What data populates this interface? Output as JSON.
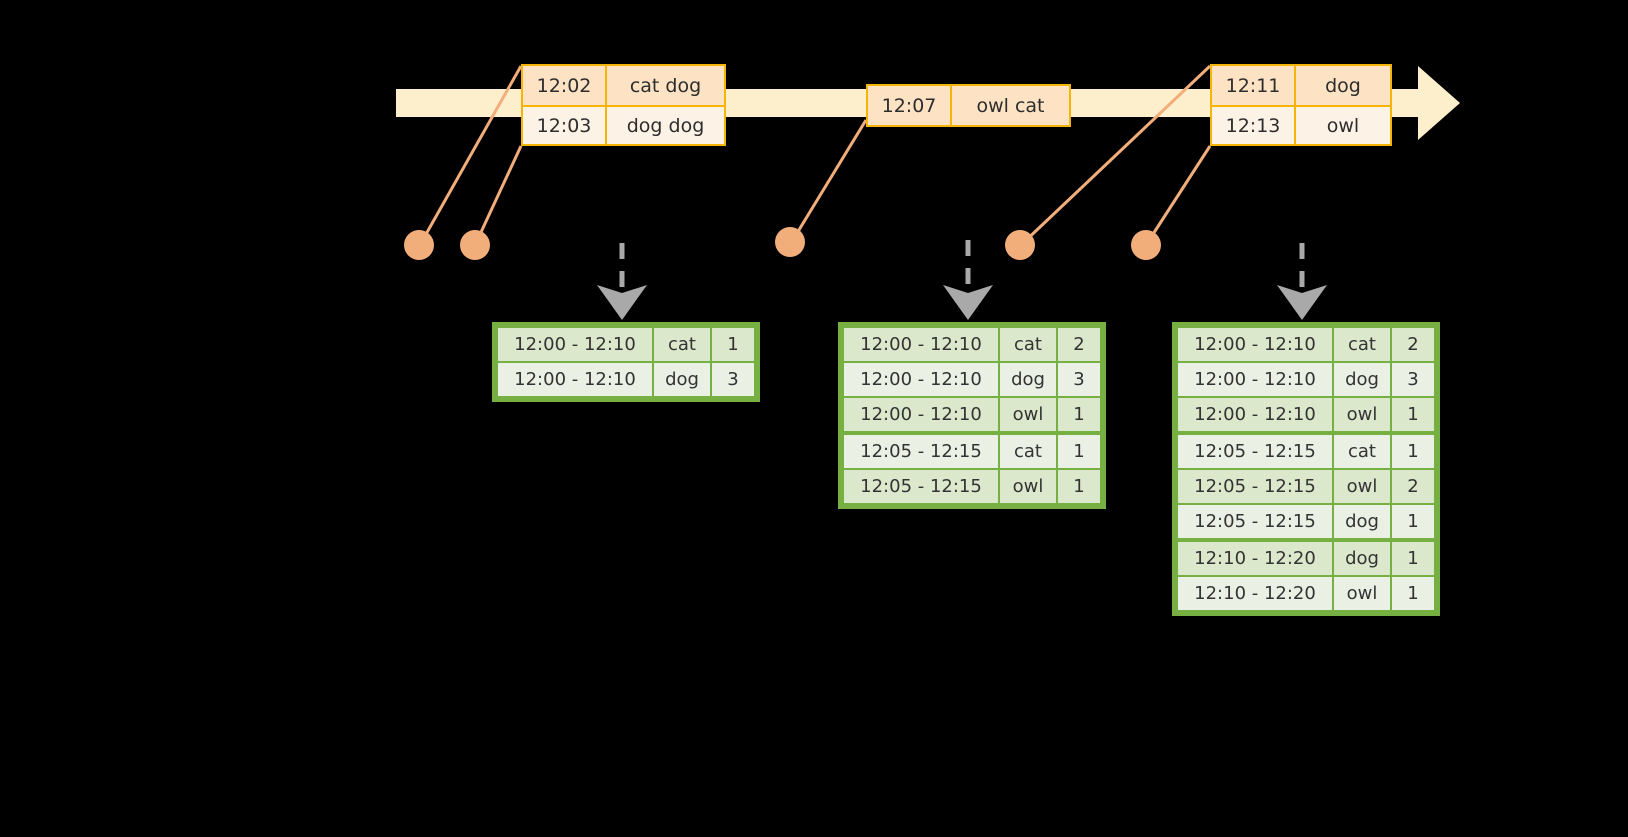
{
  "timeline": {
    "name": "event-stream-timeline",
    "bar_color": "#FDEFCB",
    "accent_color": "#F5B505",
    "dot_color": "#F2AE7A",
    "arrow_color": "#A9A9A9",
    "events": [
      {
        "time": "12:02",
        "text": "cat dog"
      },
      {
        "time": "12:03",
        "text": "dog dog"
      },
      {
        "time": "12:07",
        "text": "owl cat"
      },
      {
        "time": "12:11",
        "text": "dog"
      },
      {
        "time": "12:13",
        "text": "owl"
      }
    ]
  },
  "tables": [
    {
      "name": "result-table-1",
      "groups": [
        [
          {
            "window": "12:00 - 12:10",
            "key": "cat",
            "count": "1"
          },
          {
            "window": "12:00 - 12:10",
            "key": "dog",
            "count": "3"
          }
        ]
      ]
    },
    {
      "name": "result-table-2",
      "groups": [
        [
          {
            "window": "12:00 - 12:10",
            "key": "cat",
            "count": "2"
          },
          {
            "window": "12:00 - 12:10",
            "key": "dog",
            "count": "3"
          },
          {
            "window": "12:00 - 12:10",
            "key": "owl",
            "count": "1"
          }
        ],
        [
          {
            "window": "12:05 - 12:15",
            "key": "cat",
            "count": "1"
          },
          {
            "window": "12:05 - 12:15",
            "key": "owl",
            "count": "1"
          }
        ]
      ]
    },
    {
      "name": "result-table-3",
      "groups": [
        [
          {
            "window": "12:00 - 12:10",
            "key": "cat",
            "count": "2"
          },
          {
            "window": "12:00 - 12:10",
            "key": "dog",
            "count": "3"
          },
          {
            "window": "12:00 - 12:10",
            "key": "owl",
            "count": "1"
          }
        ],
        [
          {
            "window": "12:05 - 12:15",
            "key": "cat",
            "count": "1"
          },
          {
            "window": "12:05 - 12:15",
            "key": "owl",
            "count": "2"
          },
          {
            "window": "12:05 - 12:15",
            "key": "dog",
            "count": "1"
          }
        ],
        [
          {
            "window": "12:10 - 12:20",
            "key": "dog",
            "count": "1"
          },
          {
            "window": "12:10 - 12:20",
            "key": "owl",
            "count": "1"
          }
        ]
      ]
    }
  ]
}
